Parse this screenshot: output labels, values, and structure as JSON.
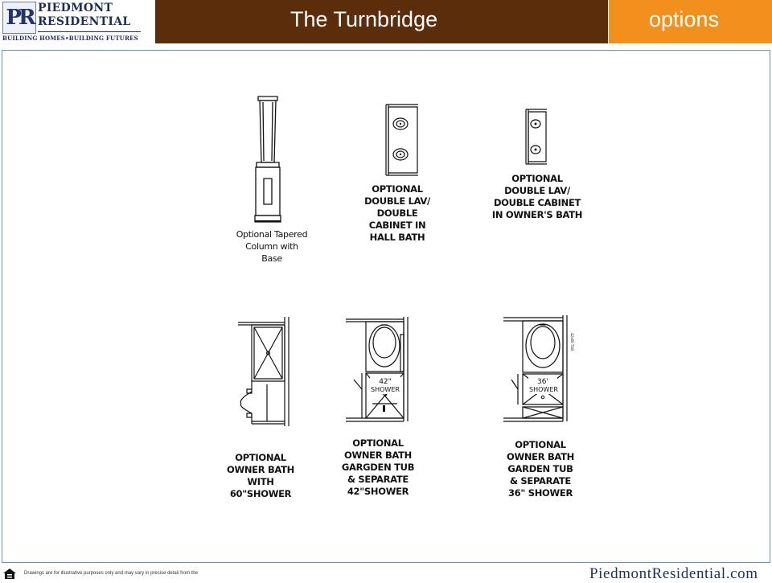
{
  "header": {
    "logo_mark": "PR",
    "logo_line1": "PIEDMONT",
    "logo_line2": "RESIDENTIAL",
    "logo_tagline": "BUILDING HOMES•BUILDING FUTURES",
    "title": "The Turnbridge",
    "section": "options"
  },
  "options": [
    {
      "id": "tapered-column",
      "lines": [
        "Optional Tapered",
        "Column with",
        "Base"
      ]
    },
    {
      "id": "double-lav-hall",
      "lines": [
        "OPTIONAL",
        "DOUBLE LAV/",
        "DOUBLE",
        "CABINET IN",
        "HALL BATH"
      ]
    },
    {
      "id": "double-lav-owner",
      "lines": [
        "OPTIONAL",
        "DOUBLE LAV/",
        "DOUBLE CABINET",
        "IN OWNER'S BATH"
      ]
    },
    {
      "id": "owner-bath-60",
      "lines": [
        "OPTIONAL",
        "OWNER BATH",
        "WITH",
        "60\"SHOWER"
      ]
    },
    {
      "id": "owner-bath-42",
      "lines": [
        "OPTIONAL",
        "OWNER BATH",
        "GARGDEN TUB",
        "& SEPARATE",
        "42\"SHOWER"
      ]
    },
    {
      "id": "owner-bath-36",
      "lines": [
        "OPTIONAL",
        "OWNER BATH",
        "GARDEN TUB",
        "& SEPARATE",
        "36\" SHOWER"
      ]
    }
  ],
  "plan_labels": {
    "shower42_size": "42\"",
    "shower42_word": "SHOWER",
    "shower36_size": "36'",
    "shower36_word": "SHOWER",
    "tub_note": "42x60 TUB"
  },
  "footer": {
    "disclaimer": "Drawings are for illustrative purposes only and may vary in precise detail from the",
    "website": "PiedmontResidential.com"
  }
}
